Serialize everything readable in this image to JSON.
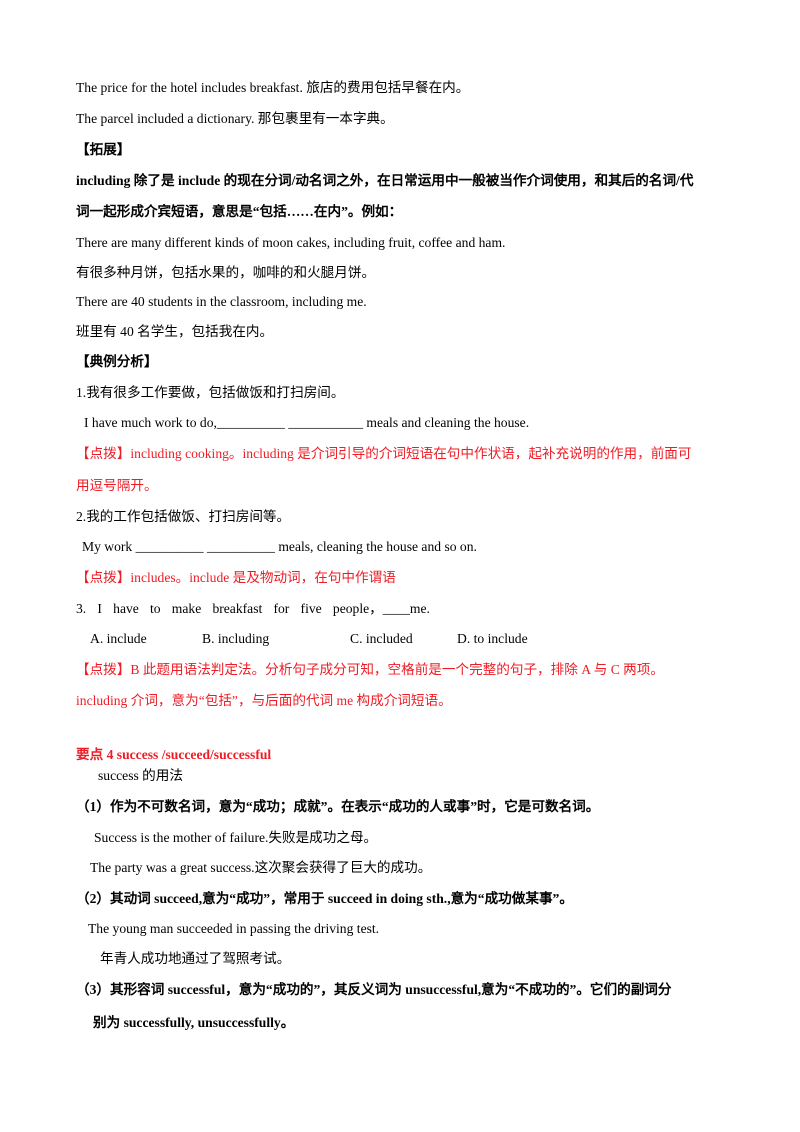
{
  "colors": {
    "text": "#000000",
    "accent_red": "#ee1c25",
    "background": "#ffffff"
  },
  "lines": {
    "l1": "The price for the hotel includes breakfast. 旅店的费用包括早餐在内。",
    "l2": "The parcel included a dictionary. 那包裹里有一本字典。",
    "h_tuozhan": "【拓展】",
    "l3": "including 除了是 include 的现在分词/动名词之外，在日常运用中一般被当作介词使用，和其后的名词/代",
    "l4": "词一起形成介宾短语，意思是“包括……在内”。例如：",
    "l5": "There are many different kinds of moon cakes, including fruit, coffee and ham.",
    "l6": "有很多种月饼，包括水果的，咖啡的和火腿月饼。",
    "l7": "There are 40 students in the classroom, including me.",
    "l8": "班里有 40 名学生，包括我在内。",
    "h_dianli": "【典例分析】",
    "q1": "1.我有很多工作要做，包括做饭和打扫房间。",
    "q1_en": "I have much work to do,__________ ___________ meals and cleaning the house.",
    "a1a": "【点拨】including cooking。including 是介词引导的介词短语在句中作状语，起补充说明的作用，前面可",
    "a1b": "用逗号隔开。",
    "q2": "2.我的工作包括做饭、打扫房间等。",
    "q2_en": "My work __________ __________ meals, cleaning the house and so on.",
    "a2": "【点拨】includes。include 是及物动词，在句中作谓语",
    "q3_words": [
      "3.",
      "I",
      "have",
      "to",
      "make",
      "breakfast",
      "for",
      "five",
      "people，____me."
    ],
    "q3_options": [
      "A. include",
      "B. including",
      "C. included",
      "D. to include"
    ],
    "a3a": "【点拨】B 此题用语法判定法。分析句子成分可知，空格前是一个完整的句子，排除 A 与 C 两项。",
    "a3b": "including 介词，意为“包括”，与后面的代词 me 构成介词短语。",
    "h_point4": "要点 4 success /succeed/successful",
    "s1": "success 的用法",
    "s2": "（1）作为不可数名词，意为“成功；成就”。在表示“成功的人或事”时，它是可数名词。",
    "s3": "Success is the mother of failure.失败是成功之母。",
    "s4": "The party was a great success.这次聚会获得了巨大的成功。",
    "s5": "（2）其动词 succeed,意为“成功”，常用于 succeed in doing sth.,意为“成功做某事”。",
    "s6": "The young man succeeded in passing the driving test.",
    "s7": "年青人成功地通过了驾照考试。",
    "s8": "（3）其形容词 successful，意为“成功的”，其反义词为 unsuccessful,意为“不成功的”。它们的副词分",
    "s9": "别为 successfully, unsuccessfully。"
  }
}
